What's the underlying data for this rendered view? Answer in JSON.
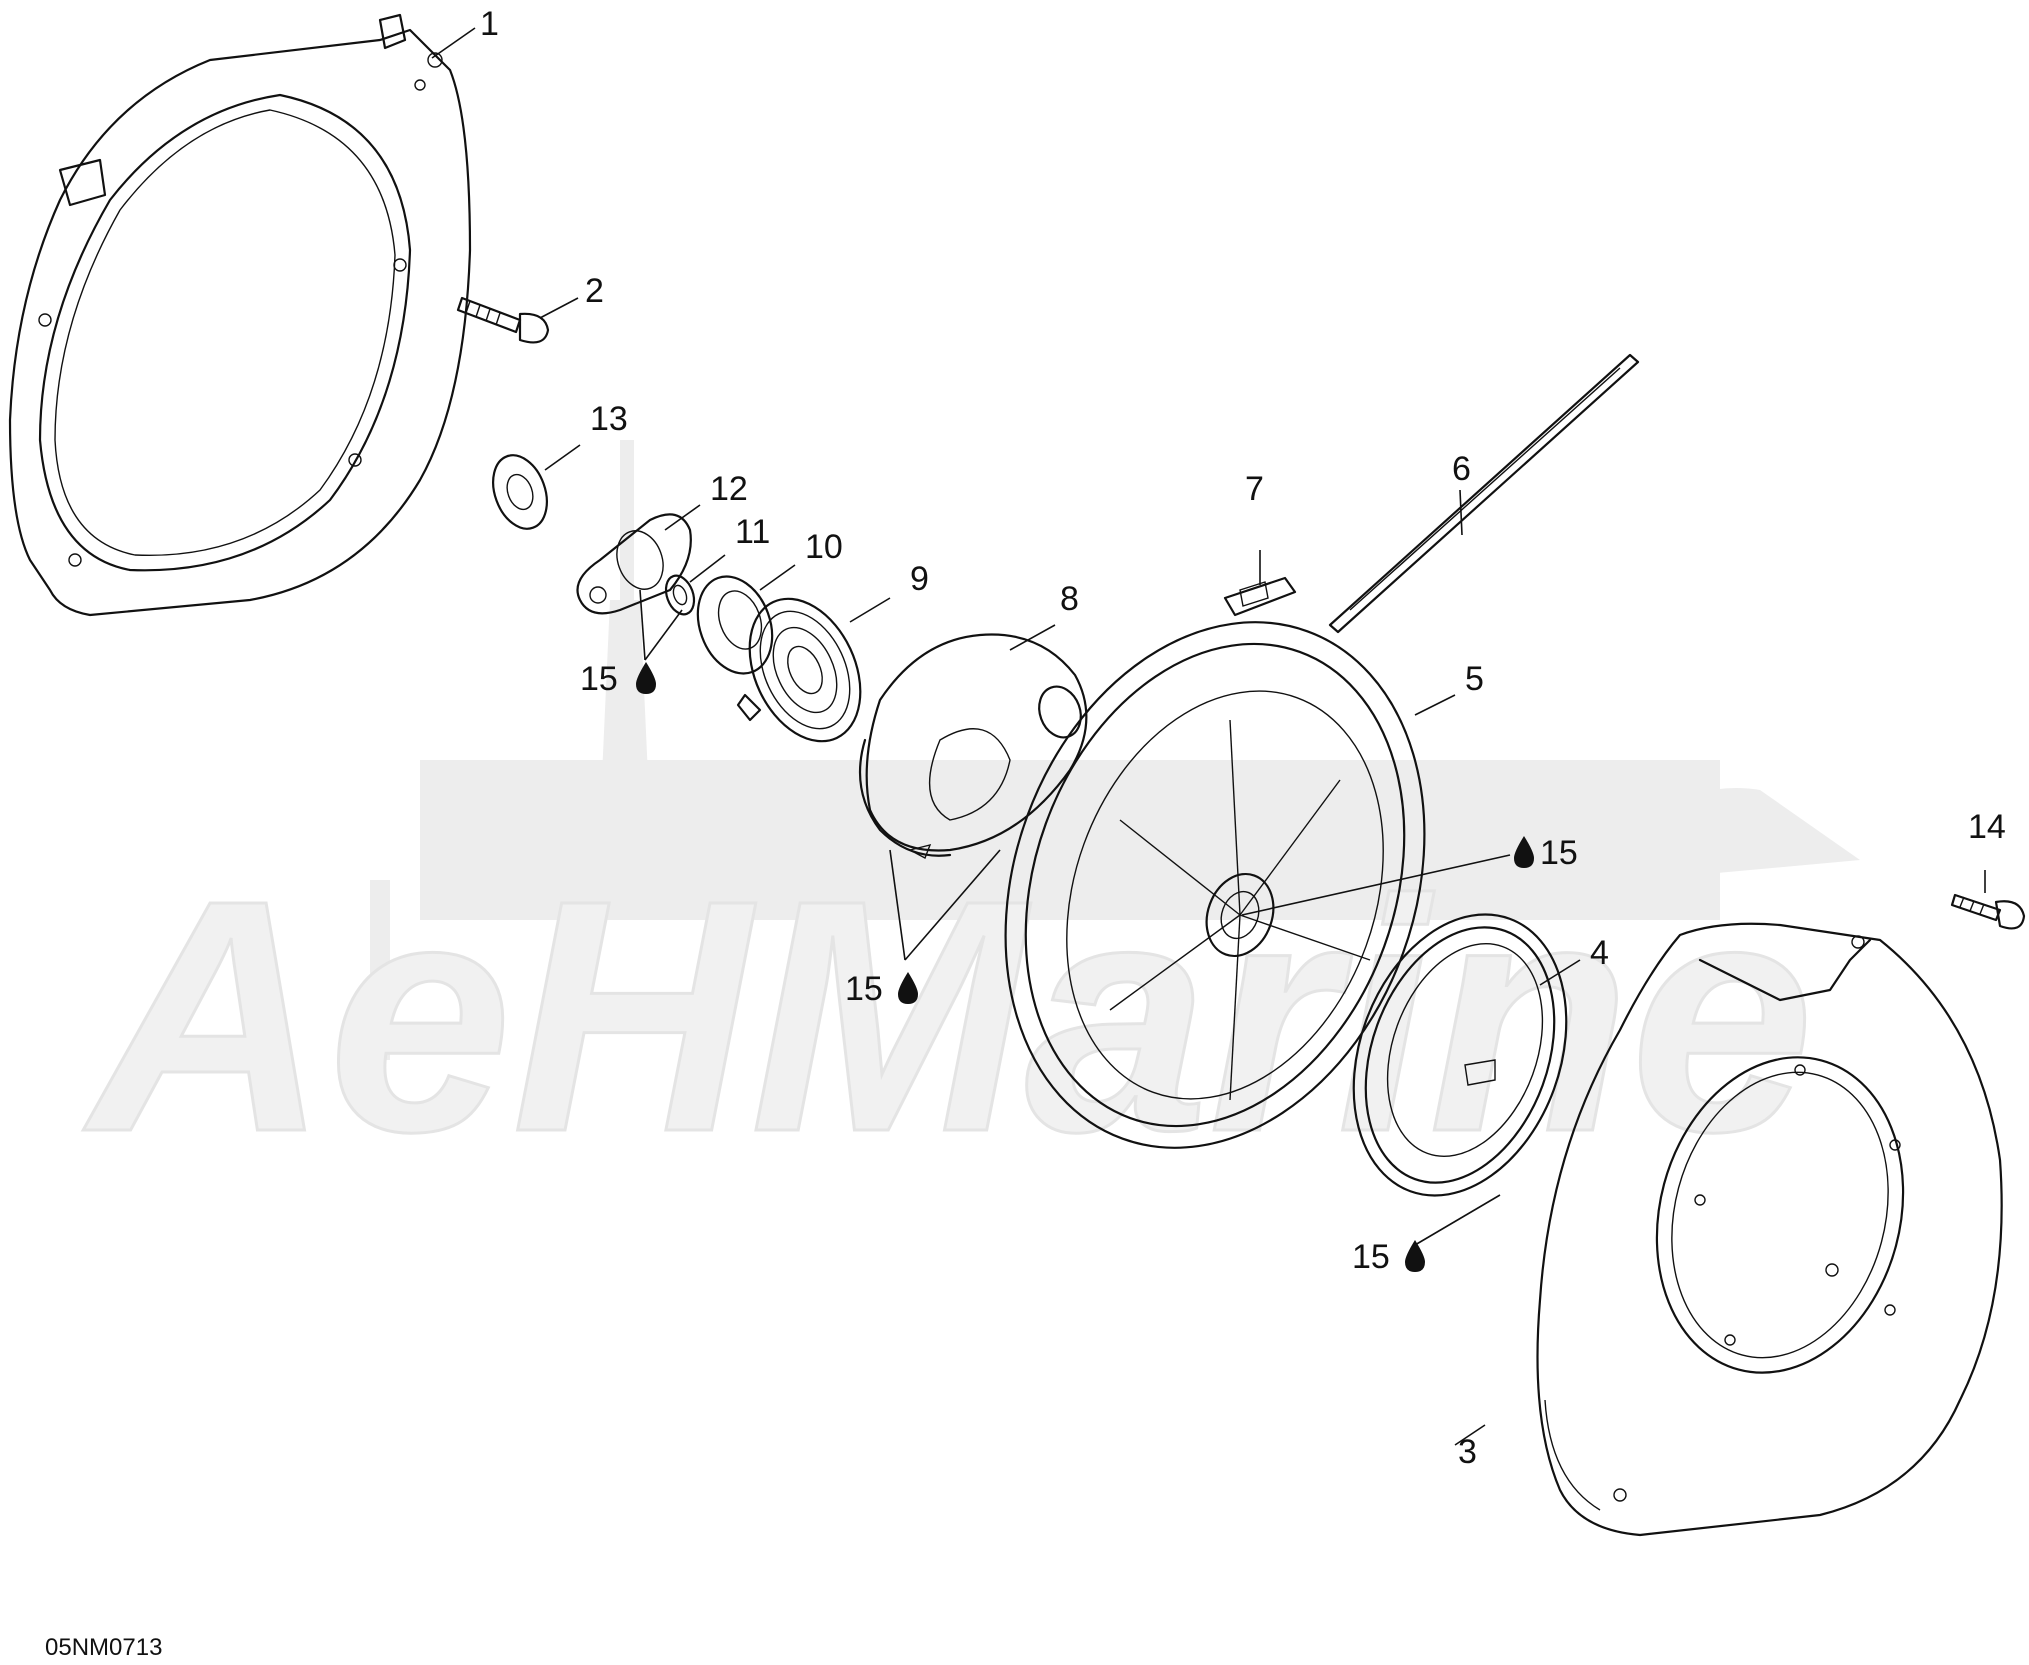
{
  "diagram_code": "05NM0713",
  "watermark_text": "AeHMarine",
  "callouts": [
    {
      "id": "1",
      "label": "1"
    },
    {
      "id": "2",
      "label": "2"
    },
    {
      "id": "3",
      "label": "3"
    },
    {
      "id": "4",
      "label": "4"
    },
    {
      "id": "5",
      "label": "5"
    },
    {
      "id": "6",
      "label": "6"
    },
    {
      "id": "7",
      "label": "7"
    },
    {
      "id": "8",
      "label": "8"
    },
    {
      "id": "9",
      "label": "9"
    },
    {
      "id": "10",
      "label": "10"
    },
    {
      "id": "11",
      "label": "11"
    },
    {
      "id": "12",
      "label": "12"
    },
    {
      "id": "13",
      "label": "13"
    },
    {
      "id": "14",
      "label": "14"
    }
  ],
  "lubricant_callouts": [
    {
      "id": "15a",
      "label": "15"
    },
    {
      "id": "15b",
      "label": "15"
    },
    {
      "id": "15c",
      "label": "15"
    },
    {
      "id": "15d",
      "label": "15"
    }
  ]
}
